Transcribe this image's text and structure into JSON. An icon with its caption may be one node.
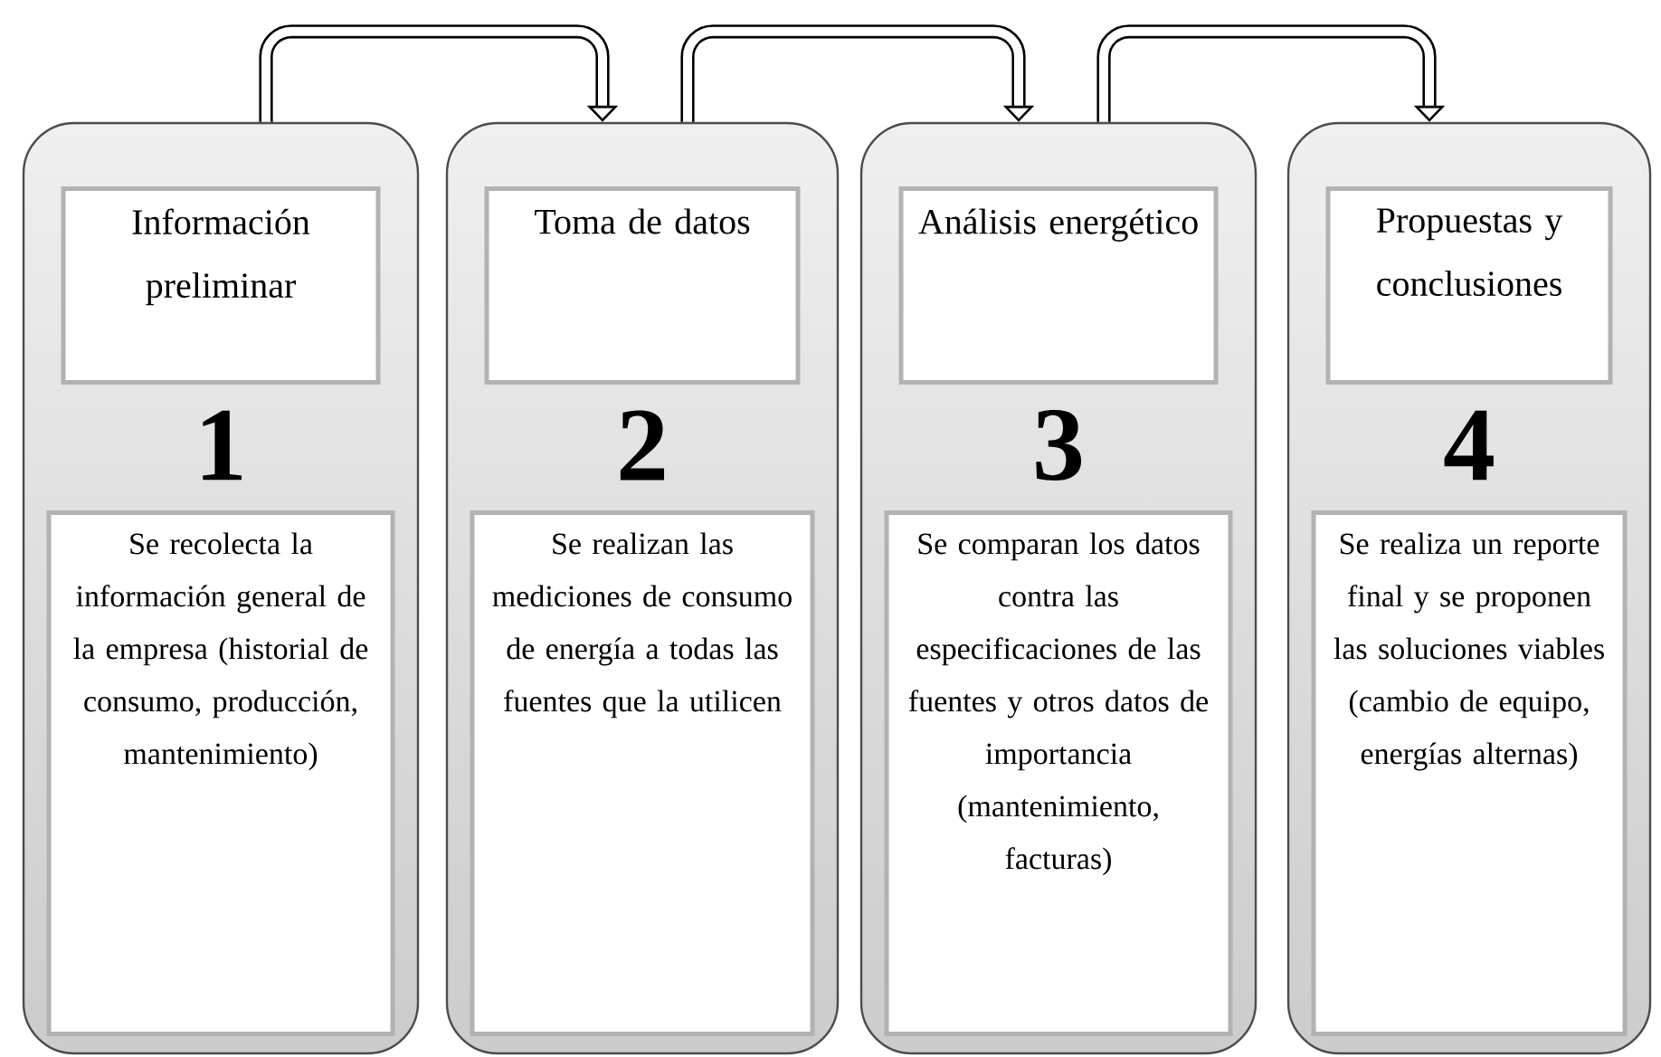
{
  "diagram": {
    "nodes": [
      {
        "text": [
          "1"
        ]
      },
      {
        "text": [
          "Información preliminar"
        ],
        "in": 0
      },
      {
        "text": [
          "Se recolecta la información general de la empresa (historial de consumo, producción, mantenimiento)"
        ],
        "in": 0
      },
      {
        "text": [
          "2"
        ]
      },
      {
        "text": [
          "Toma de datos"
        ],
        "in": 3
      },
      {
        "text": [
          "Se realizan las mediciones de consumo de energía a todas las fuentes que la utilicen"
        ],
        "in": 3
      },
      {
        "text": [
          "3"
        ]
      },
      {
        "text": [
          "Análisis energético"
        ],
        "in": 6
      },
      {
        "text": [
          "Se comparan los datos contra las especificaciones de las fuentes y otros datos de importancia (mantenimiento, facturas)"
        ],
        "in": 6
      },
      {
        "text": [
          "4"
        ]
      },
      {
        "text": [
          "Propuestas y conclusiones"
        ],
        "in": 9
      },
      {
        "text": [
          "Se realiza un reporte final y se proponen las soluciones viables (cambio de equipo, energías alternas)"
        ],
        "in": 9
      }
    ],
    "edges": [
      {
        "from": 0,
        "to": 3,
        "arrow": "to"
      },
      {
        "from": 3,
        "to": 6,
        "arrow": "to"
      },
      {
        "from": 6,
        "to": 9,
        "arrow": "to"
      }
    ]
  }
}
